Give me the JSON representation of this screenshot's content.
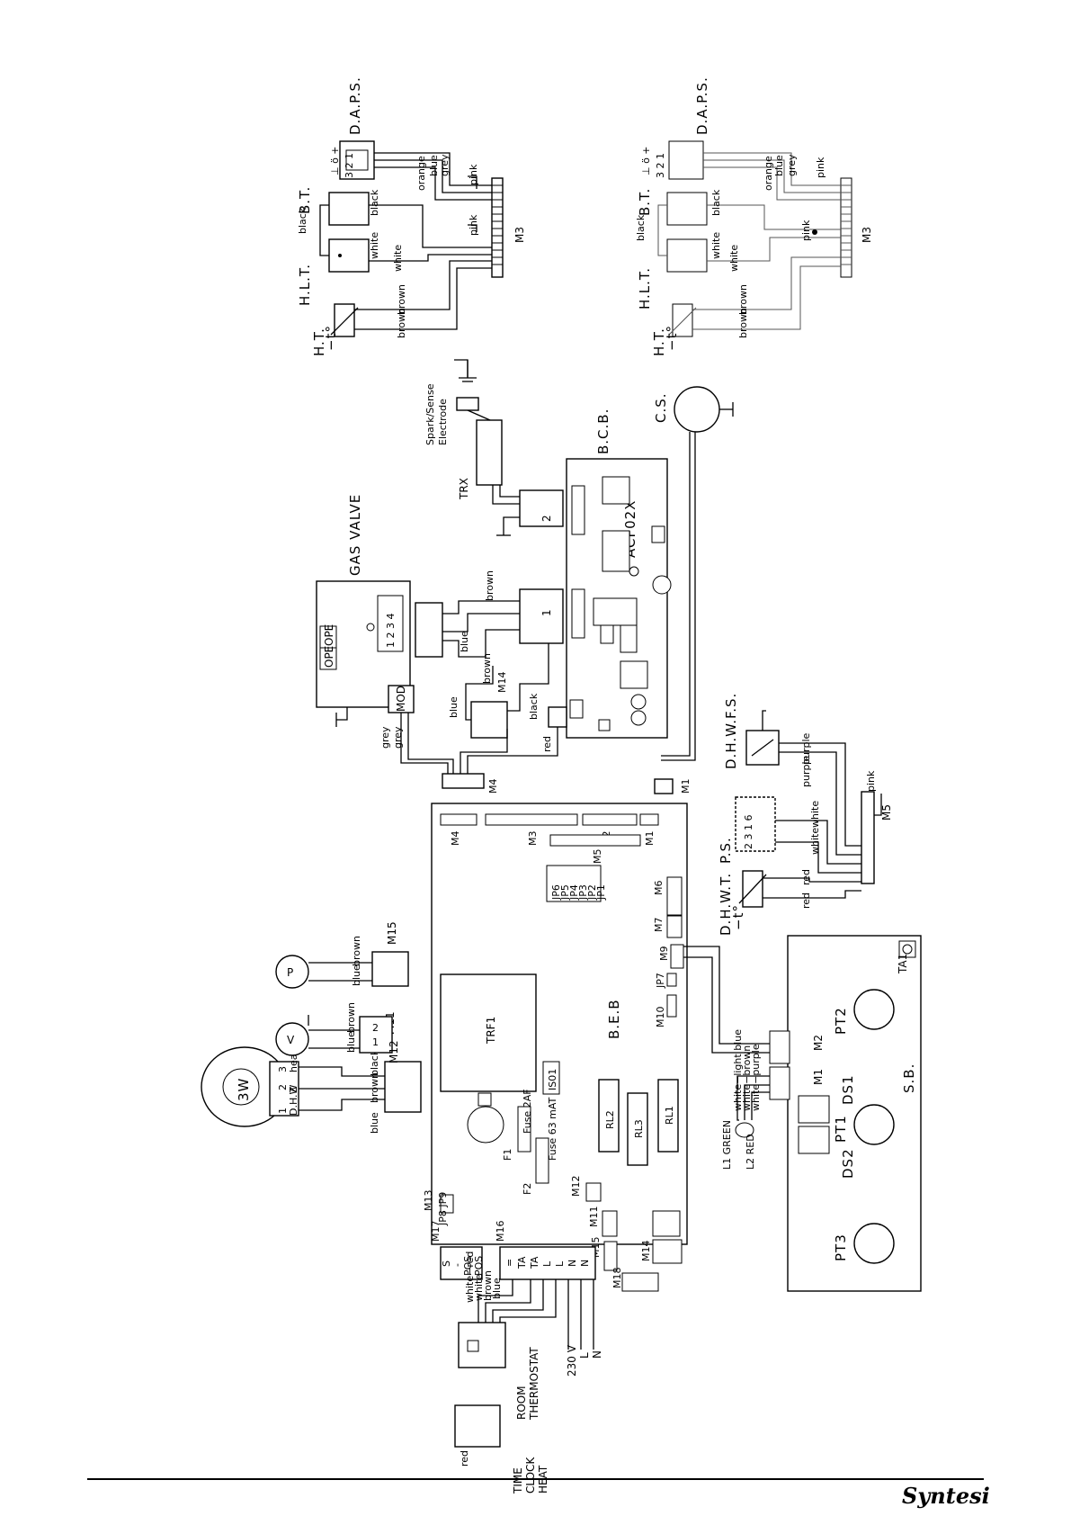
{
  "brand": "Syntesi",
  "labels": {
    "daps": "D.A.P.S.",
    "bt": "B.T.",
    "hlt": "H.L.T.",
    "ht": "H.T.",
    "temp_symbol": "−t°",
    "m3": "M3",
    "daps_pins": "3 2 1",
    "daps_symbols": "⊥ ö +",
    "spark_electrode": "Spark/Sense\nElectrode",
    "trx": "TRX",
    "bcb": "B.C.B.",
    "acf02x": "ACF02X",
    "cs": "C.S.",
    "gas_valve": "GAS VALVE",
    "ope1": "OPE",
    "ope2": "OPE",
    "mod": "MOD",
    "m14": "M14",
    "m4": "M4",
    "m1": "M1",
    "m5": "M5",
    "m2": "M2",
    "m6": "M6",
    "m7": "M7",
    "m9": "M9",
    "m10": "M10",
    "jp7": "JP7",
    "m11": "M11",
    "m12": "M12",
    "m13": "M13",
    "m15": "M15",
    "m16": "M16",
    "m17": "M17",
    "m18": "M18",
    "jp8_jp9": "JP8 JP9",
    "jp_list": [
      "JP6",
      "JP5",
      "JP4",
      "JP3",
      "JP2",
      "JP1"
    ],
    "beb": "B.E.B",
    "trf1": "TRF1",
    "is01": "IS01",
    "fuse63": "Fuse 63 mAT",
    "f1": "F1",
    "fuse2": "Fuse 2AF",
    "f2": "F2",
    "rl1": "RL1",
    "rl2": "RL2",
    "rl3": "RL3",
    "dhwfs": "D.H.W.F.S.",
    "ps": "P.S.",
    "dhwt": "D.H.W.T.",
    "sb": "S.B.",
    "ta1": "TA1",
    "pt1": "PT1",
    "pt2": "PT2",
    "pt3": "PT3",
    "ds1": "DS1",
    "ds2": "DS2",
    "l1": "L1 GREEN",
    "l2": "L2 RED",
    "three_way": "3W",
    "pump": "P",
    "fan": "V",
    "room_thermostat": "ROOM\nTHERMOSTAT",
    "time_clock": "TIME\nCLOCK\nHEAT",
    "mains": "230 V",
    "mains_l": "L",
    "mains_n": "N",
    "three_way_pins": [
      "1",
      "2",
      "3"
    ],
    "three_way_ports": [
      "D.H.W",
      "Z",
      "heat"
    ],
    "m16_pins": [
      "=",
      "TA",
      "TA",
      "L",
      "L",
      "N",
      "N"
    ],
    "m17_pins": [
      "S",
      "-",
      "POS",
      "POS"
    ],
    "m12_pins": [
      "2",
      "1"
    ],
    "valve_pins": "1 2 3 4",
    "ps_pins": "2 3 1 6"
  },
  "wires": {
    "orange": "orange",
    "blue": "blue",
    "grey": "grey",
    "pink": "pink",
    "black": "black",
    "white": "white",
    "brown": "brown",
    "red": "red",
    "purple": "purple",
    "white_red": "white−red",
    "white_light_blue": "white−light blue",
    "white_brown": "white−brown",
    "white_purple": "white−purple"
  }
}
